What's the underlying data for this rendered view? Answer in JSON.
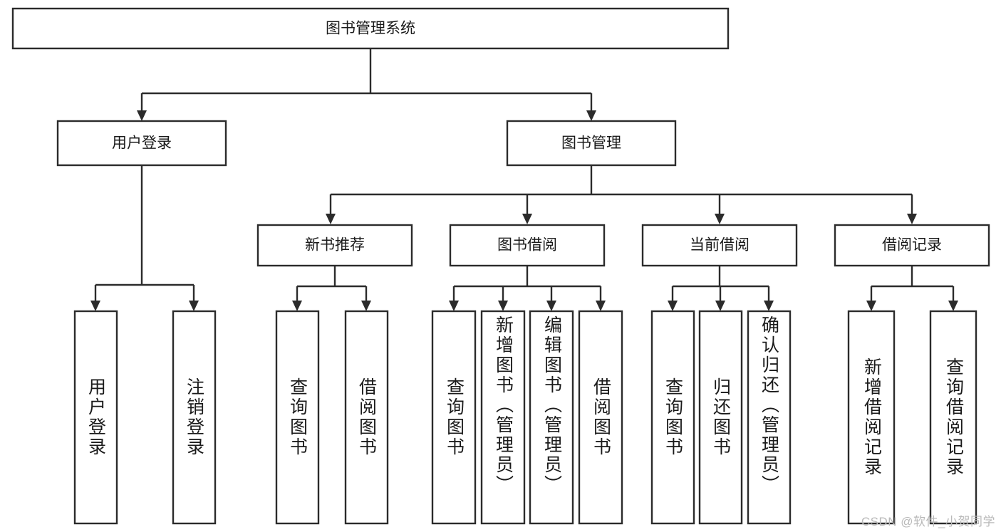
{
  "diagram": {
    "type": "tree-hierarchy-chart",
    "title": "图书管理系统",
    "watermark": "CSDN @软件_小贺同学",
    "colors": {
      "stroke": "#2b2b2b",
      "fill": "#ffffff",
      "text": "#1a1a1a",
      "watermark": "#b9b9b9"
    },
    "levels": [
      {
        "level": 1,
        "nodes": [
          {
            "id": "root",
            "label": "图书管理系统",
            "orientation": "horizontal"
          }
        ]
      },
      {
        "level": 2,
        "nodes": [
          {
            "id": "login",
            "label": "用户登录",
            "orientation": "horizontal",
            "parent": "root"
          },
          {
            "id": "bookmgmt",
            "label": "图书管理",
            "orientation": "horizontal",
            "parent": "root"
          }
        ]
      },
      {
        "level": 3,
        "nodes": [
          {
            "id": "newbook",
            "label": "新书推荐",
            "orientation": "horizontal",
            "parent": "bookmgmt"
          },
          {
            "id": "borrow",
            "label": "图书借阅",
            "orientation": "horizontal",
            "parent": "bookmgmt"
          },
          {
            "id": "current",
            "label": "当前借阅",
            "orientation": "horizontal",
            "parent": "bookmgmt"
          },
          {
            "id": "records",
            "label": "借阅记录",
            "orientation": "horizontal",
            "parent": "bookmgmt"
          }
        ]
      },
      {
        "level": 4,
        "nodes": [
          {
            "id": "leaf-user-login",
            "label": "用户登录",
            "orientation": "vertical",
            "parent": "login"
          },
          {
            "id": "leaf-user-logout",
            "label": "注销登录",
            "orientation": "vertical",
            "parent": "login"
          },
          {
            "id": "leaf-query-book-1",
            "label": "查询图书",
            "orientation": "vertical",
            "parent": "newbook"
          },
          {
            "id": "leaf-borrow-book-1",
            "label": "借阅图书",
            "orientation": "vertical",
            "parent": "newbook"
          },
          {
            "id": "leaf-query-book-2",
            "label": "查询图书",
            "orientation": "vertical",
            "parent": "borrow"
          },
          {
            "id": "leaf-add-book",
            "label": "新增图书（管理员）",
            "orientation": "vertical",
            "parent": "borrow"
          },
          {
            "id": "leaf-edit-book",
            "label": "编辑图书（管理员）",
            "orientation": "vertical",
            "parent": "borrow"
          },
          {
            "id": "leaf-borrow-book-2",
            "label": "借阅图书",
            "orientation": "vertical",
            "parent": "borrow"
          },
          {
            "id": "leaf-query-book-3",
            "label": "查询图书",
            "orientation": "vertical",
            "parent": "current"
          },
          {
            "id": "leaf-return-book",
            "label": "归还图书",
            "orientation": "vertical",
            "parent": "current"
          },
          {
            "id": "leaf-confirm-return",
            "label": "确认归还（管理员）",
            "orientation": "vertical",
            "parent": "current"
          },
          {
            "id": "leaf-add-record",
            "label": "新增借阅记录",
            "orientation": "vertical",
            "parent": "records"
          },
          {
            "id": "leaf-query-record",
            "label": "查询借阅记录",
            "orientation": "vertical",
            "parent": "records"
          }
        ]
      }
    ]
  }
}
